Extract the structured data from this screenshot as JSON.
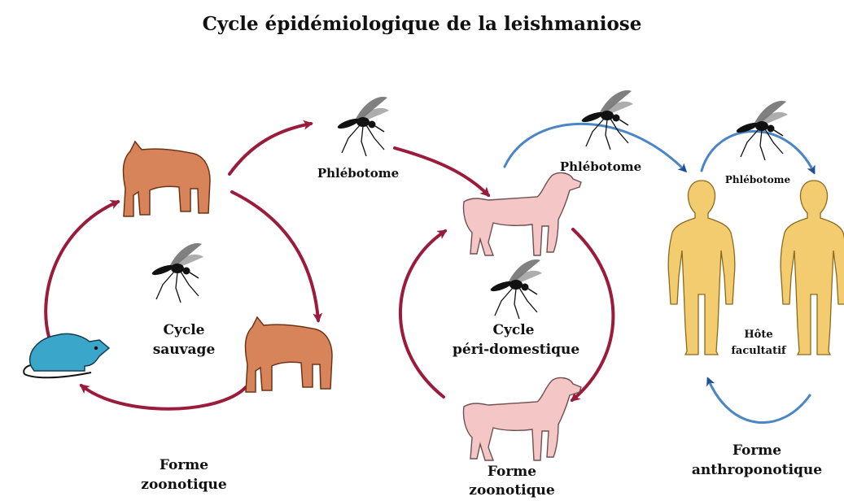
{
  "title": "Cycle épidémiologique de la leishmaniose",
  "labels": {
    "phlebotome_sauvage": "Phlébotome",
    "phlebotome_peri": "Phlébotome",
    "phlebotome_anthropo": "Phlébotome",
    "cycle_sauvage_line1": "Cycle",
    "cycle_sauvage_line2": "sauvage",
    "cycle_peri_line1": "Cycle",
    "cycle_peri_line2": "péri-domestique",
    "hote_line1": "Hôte",
    "hote_line2": "facultatif",
    "forme_zoo1_line1": "Forme",
    "forme_zoo1_line2": "zoonotique",
    "forme_zoo2_line1": "Forme",
    "forme_zoo2_line2": "zoonotique",
    "forme_anthropo_line1": "Forme",
    "forme_anthropo_line2": "anthroponotique"
  },
  "colors": {
    "arrow_red": "#9b1b3c",
    "arrow_blue": "#4a86c5",
    "fox": "#d8845a",
    "rodent": "#3aa6c9",
    "dog": "#f5c6c6",
    "human": "#f2cc6e",
    "insect": "#111111"
  },
  "icons": [
    "sandfly-icon",
    "fox-icon",
    "rodent-icon",
    "dog-icon",
    "human-icon"
  ]
}
